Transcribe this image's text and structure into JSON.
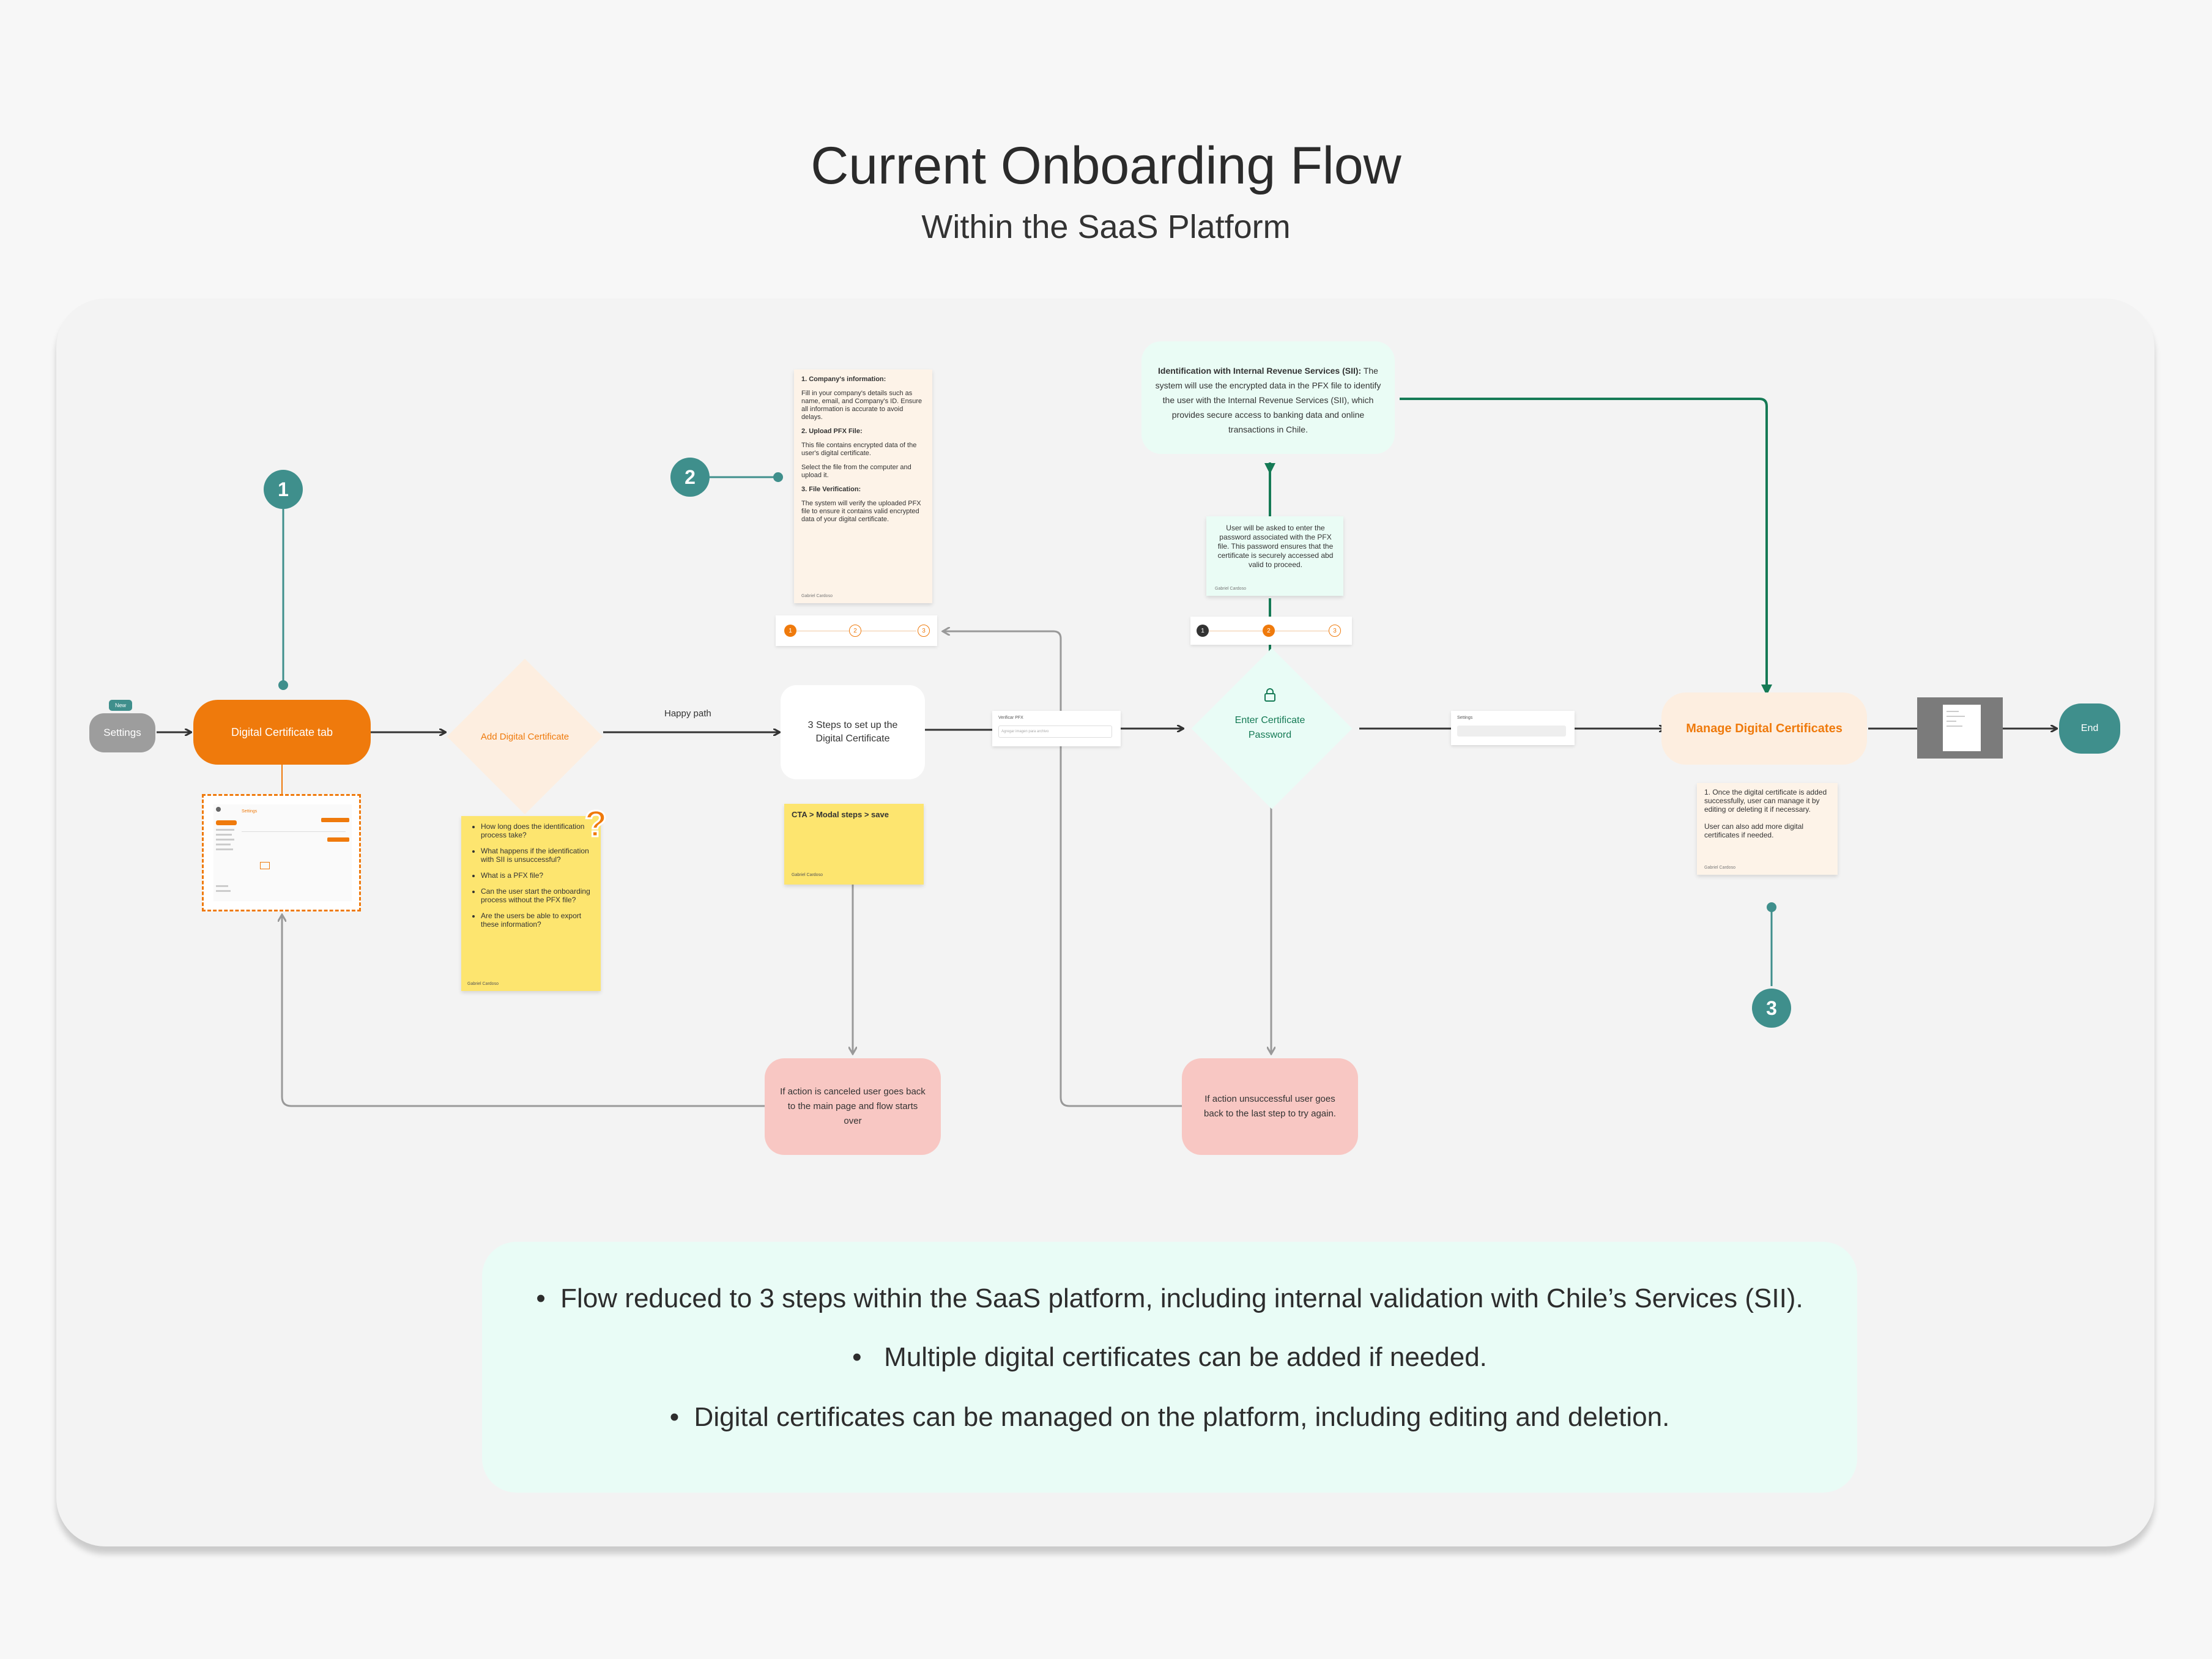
{
  "title": "Current Onboarding Flow",
  "subtitle": "Within the SaaS Platform",
  "nodes": {
    "settings_badge": "New",
    "settings": "Settings",
    "digital_cert_tab": "Digital Certificate tab",
    "add_digital_cert": "Add Digital Certificate",
    "happy_path": "Happy path",
    "three_steps": "3 Steps to set up the Digital Certificate",
    "enter_password": "Enter Certificate Password",
    "manage_certs": "Manage Digital Certificates",
    "end": "End",
    "cancel_note": "If action is canceled user goes back to the main page and flow starts over",
    "unsuccessful_note": "If action unsuccessful user goes back to the last step to try again.",
    "cta_note": "CTA > Modal steps > save",
    "verify_pfx_label": "Verificar PFX",
    "verify_pfx_placeholder": "Agregar imagen para archivo",
    "settings_mini_label": "Settings"
  },
  "markers": [
    "1",
    "2",
    "3"
  ],
  "steps_note": {
    "h1": "1. Company's information:",
    "p1": "Fill in your company's details such as name, email, and Company's ID. Ensure all information is accurate to avoid delays.",
    "h2": "2. Upload PFX File:",
    "p2": "This file contains encrypted data of the user's digital certificate.",
    "p3": "Select the file from the computer and upload it.",
    "h3": "3. File Verification:",
    "p4": "The system will verify the uploaded PFX file to ensure it contains valid encrypted data of your digital certificate.",
    "author": "Gabriel Cardoso"
  },
  "sii_note": {
    "heading": "Identification with Internal Revenue Services (SII):",
    "body": "The system will use the encrypted data in the PFX file to identify the user with the Internal Revenue Services (SII), which provides secure access to banking data and online transactions in Chile."
  },
  "password_note": {
    "body": "User will be asked to enter the password associated with the PFX file. This password ensures that the certificate is securely accessed abd valid to proceed.",
    "author": "Gabriel Cardoso"
  },
  "questions_note": {
    "items": [
      "How long does the identification process take?",
      "What happens if the identification with SII is unsuccessful?",
      "What is a PFX file?",
      "Can the user start the onboarding process without the PFX file?",
      "Are the users be able to export these information?"
    ],
    "author": "Gabriel Cardoso"
  },
  "manage_note": {
    "p1": "1. Once the digital certificate is added successfully, user can manage it by editing or deleting it if necessary.",
    "p2": "User can also add more digital certificates if needed.",
    "author": "Gabriel Cardoso"
  },
  "cta_author": "Gabriel Cardoso",
  "stepper_left": [
    "1",
    "2",
    "3"
  ],
  "stepper_right": [
    "1",
    "2",
    "3"
  ],
  "summary": [
    "Flow reduced to 3 steps within the SaaS platform, including internal validation with Chile’s Services (SII).",
    "Multiple digital certificates can be added if needed.",
    "Digital certificates can be managed on the platform, including editing and deletion."
  ],
  "colors": {
    "orange": "#ef7a0c",
    "teal": "#3f8f8c",
    "dark_green": "#157a55",
    "pink": "#f8c7c3",
    "peach": "#fdeee0",
    "mint": "#e9fcf6",
    "yellow": "#fde56f"
  }
}
